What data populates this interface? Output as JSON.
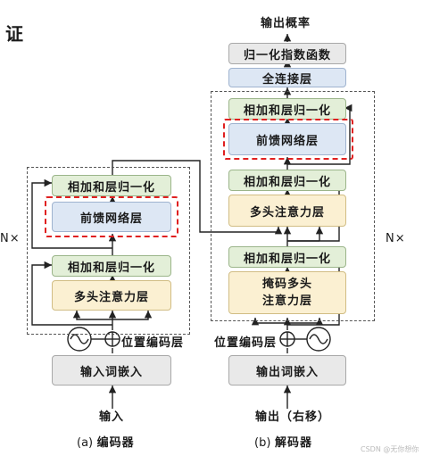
{
  "corner_text": "证",
  "encoder": {
    "input_label": "输入",
    "embedding": "输入词嵌入",
    "position_label": "位置编码层",
    "attention": "多头注意力层",
    "norm_1": "相加和层归一化",
    "ffn": "前馈网络层",
    "norm_2": "相加和层归一化",
    "repeat": "N×",
    "caption_tag": "(a)",
    "caption_text": "编码器"
  },
  "decoder": {
    "input_label": "输出（右移）",
    "embedding": "输出词嵌入",
    "position_label": "位置编码层",
    "masked_attention": "掩码多头注意力层",
    "norm_1": "相加和层归一化",
    "cross_attention": "多头注意力层",
    "norm_2": "相加和层归一化",
    "ffn": "前馈网络层",
    "norm_3": "相加和层归一化",
    "repeat": "N×",
    "linear": "全连接层",
    "softmax": "归一化指数函数",
    "output_label": "输出概率",
    "caption_tag": "(b)",
    "caption_text": "解码器"
  },
  "watermark": "CSDN @无你想你"
}
